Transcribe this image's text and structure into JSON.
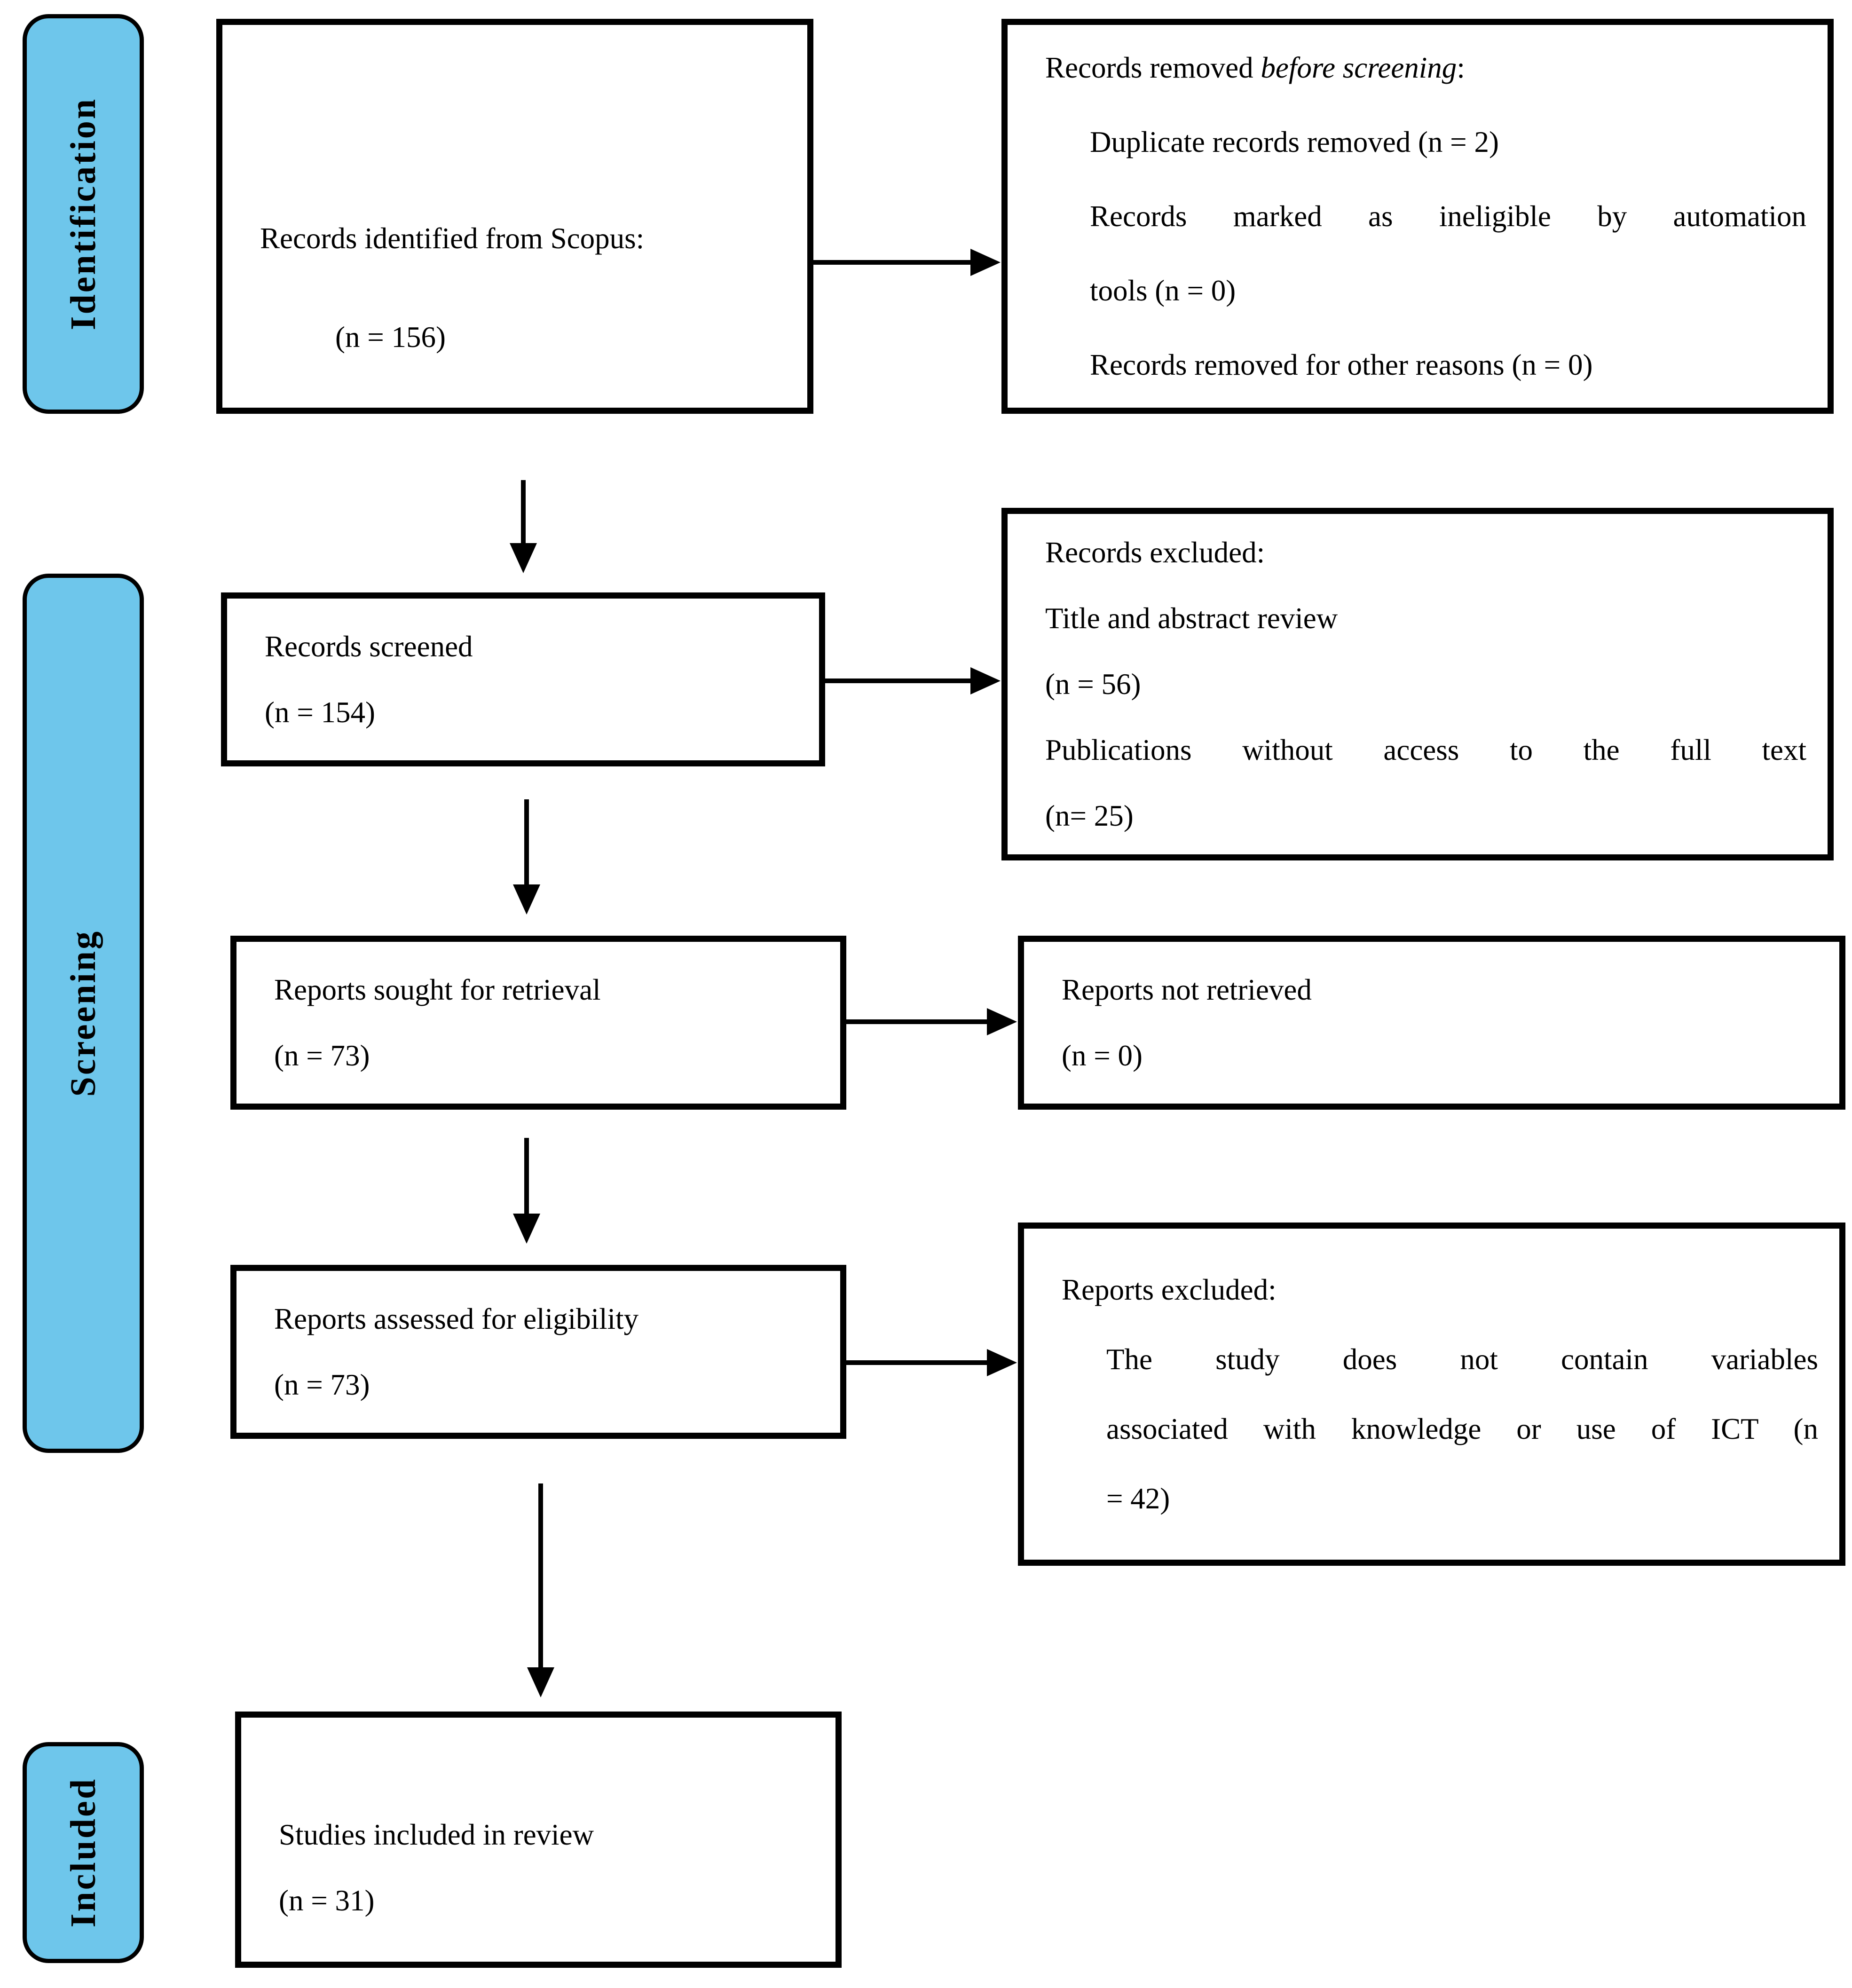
{
  "colors": {
    "stage_fill": "#6EC6EB",
    "line_color": "#000000",
    "box_background": "#FFFFFF"
  },
  "stages": {
    "identification": "Identification",
    "screening": "Screening",
    "included": "Included"
  },
  "boxes": {
    "records_identified": {
      "line1": "Records identified from Scopus:",
      "line2": "(n = 156)"
    },
    "records_removed": {
      "title_pre": "Records removed ",
      "title_italic": "before screening",
      "title_post": ":",
      "item1": "Duplicate records removed (n = 2)",
      "item2_line1": "Records marked as ineligible by automation",
      "item2_line2": "tools (n = 0)",
      "item3": "Records removed for other reasons (n = 0)"
    },
    "records_screened": {
      "line1": "Records screened",
      "line2": "(n = 154)"
    },
    "records_excluded": {
      "line1": "Records excluded:",
      "line2": "Title and abstract review",
      "line3": "(n = 56)",
      "line4": "Publications without access to the full text",
      "line5": "(n= 25)"
    },
    "reports_sought": {
      "line1": "Reports sought for retrieval",
      "line2": "(n = 73)"
    },
    "reports_not_retrieved": {
      "line1": "Reports not retrieved",
      "line2": "(n = 0)"
    },
    "reports_assessed": {
      "line1": "Reports assessed for eligibility",
      "line2": "(n = 73)"
    },
    "reports_excluded": {
      "title": "Reports excluded:",
      "body_line1": "The study does not contain variables",
      "body_line2": "associated with knowledge or use of ICT (n",
      "body_line3": "= 42)"
    },
    "studies_included": {
      "line1": "Studies included in review",
      "line2": "(n = 31)"
    }
  }
}
